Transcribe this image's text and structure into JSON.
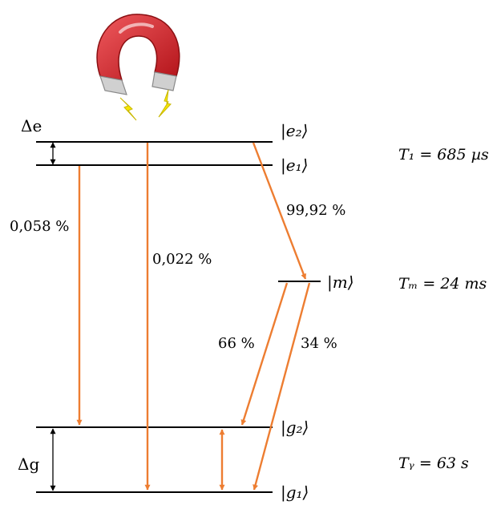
{
  "colors": {
    "arrow": "#ED7D31",
    "line": "#000000",
    "magnet_red": "#D9262C",
    "magnet_gray": "#C8C8C8",
    "spark": "#F6E600"
  },
  "icons": {
    "magnet": "horseshoe-magnet-icon",
    "spark": "lightning-spark-icon"
  },
  "levels": {
    "e2": "|e₂⟩",
    "e1": "|e₁⟩",
    "m": "|m⟩",
    "g2": "|g₂⟩",
    "g1": "|g₁⟩"
  },
  "splittings": {
    "excited": "Δe",
    "ground": "Δg"
  },
  "branching": {
    "e_to_g2": "0,058 %",
    "e_to_g1": "0,022 %",
    "e_to_m": "99,92 %",
    "m_to_g2": "66 %",
    "m_to_g1": "34 %"
  },
  "lifetimes": {
    "T1": "T₁ = 685 µs",
    "Tm": "Tₘ = 24 ms",
    "Tg": "Tᵧ = 63 s"
  }
}
